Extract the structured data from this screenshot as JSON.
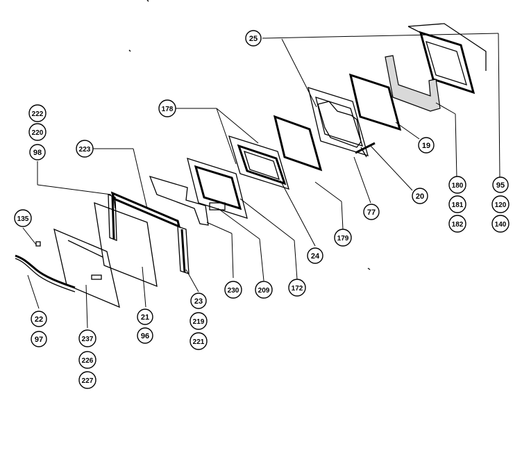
{
  "labels": [
    {
      "id": "25",
      "text": "25"
    },
    {
      "id": "178",
      "text": "178"
    },
    {
      "id": "222",
      "text": "222"
    },
    {
      "id": "220",
      "text": "220"
    },
    {
      "id": "98",
      "text": "98"
    },
    {
      "id": "223",
      "text": "223"
    },
    {
      "id": "135",
      "text": "135"
    },
    {
      "id": "22",
      "text": "22"
    },
    {
      "id": "97",
      "text": "97"
    },
    {
      "id": "237",
      "text": "237"
    },
    {
      "id": "226",
      "text": "226"
    },
    {
      "id": "227",
      "text": "227"
    },
    {
      "id": "21",
      "text": "21"
    },
    {
      "id": "96",
      "text": "96"
    },
    {
      "id": "23",
      "text": "23"
    },
    {
      "id": "219",
      "text": "219"
    },
    {
      "id": "221",
      "text": "221"
    },
    {
      "id": "230",
      "text": "230"
    },
    {
      "id": "209",
      "text": "209"
    },
    {
      "id": "172",
      "text": "172"
    },
    {
      "id": "24",
      "text": "24"
    },
    {
      "id": "179",
      "text": "179"
    },
    {
      "id": "77",
      "text": "77"
    },
    {
      "id": "20",
      "text": "20"
    },
    {
      "id": "19",
      "text": "19"
    },
    {
      "id": "180",
      "text": "180"
    },
    {
      "id": "181",
      "text": "181"
    },
    {
      "id": "182",
      "text": "182"
    },
    {
      "id": "95",
      "text": "95"
    },
    {
      "id": "120",
      "text": "120"
    },
    {
      "id": "140",
      "text": "140"
    }
  ]
}
